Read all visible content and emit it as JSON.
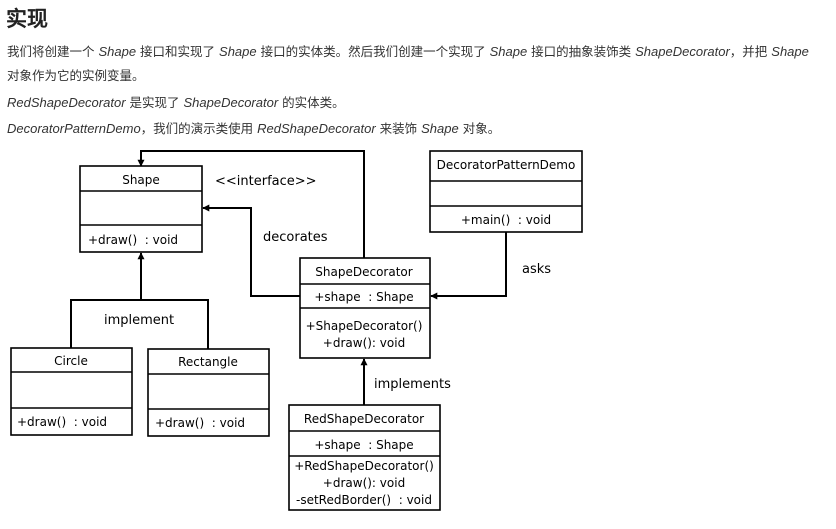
{
  "heading": "实现",
  "paragraphs": {
    "p1": {
      "a": "我们将创建一个 ",
      "b": "Shape",
      "c": " 接口和实现了 ",
      "d": "Shape",
      "e": " 接口的实体类。然后我们创建一个实现了 ",
      "f": "Shape",
      "g": " 接口的抽象装饰类 ",
      "h": "ShapeDecorator",
      "i": "，并把 ",
      "j": "Shape",
      "k": "对象作为它的实例变量。"
    },
    "p2": {
      "a": "RedShapeDecorator",
      "b": " 是实现了 ",
      "c": "ShapeDecorator",
      "d": " 的实体类。"
    },
    "p3": {
      "a": "DecoratorPatternDemo",
      "b": "，我们的演示类使用 ",
      "c": "RedShapeDecorator",
      "d": " 来装饰 ",
      "e": "Shape",
      "f": " 对象。"
    }
  },
  "diagram": {
    "classes": {
      "shape": {
        "name": "Shape",
        "methods": [
          "+draw()  : void"
        ]
      },
      "circle": {
        "name": "Circle",
        "methods": [
          "+draw()  : void"
        ]
      },
      "rectangle": {
        "name": "Rectangle",
        "methods": [
          "+draw()  : void"
        ]
      },
      "shape_decorator": {
        "name": "ShapeDecorator",
        "attributes": [
          "+shape  : Shape"
        ],
        "methods": [
          "+ShapeDecorator()",
          "+draw(): void"
        ]
      },
      "red_shape_decorator": {
        "name": "RedShapeDecorator",
        "attributes": [
          "+shape  : Shape"
        ],
        "methods": [
          "+RedShapeDecorator()",
          "+draw(): void",
          "-setRedBorder()  : void"
        ]
      },
      "decorator_pattern_demo": {
        "name": "DecoratorPatternDemo",
        "methods": [
          "+main()  : void"
        ]
      }
    },
    "labels": {
      "interface": "<<interface>>",
      "decorates": "decorates",
      "implement": "implement",
      "implements": "implements",
      "asks": "asks"
    }
  }
}
